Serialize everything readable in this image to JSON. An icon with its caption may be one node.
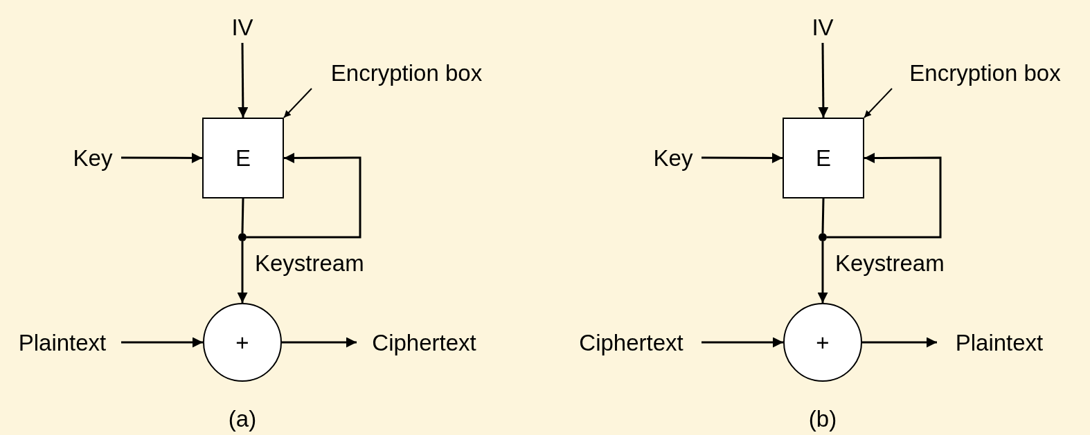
{
  "diagram": {
    "nodes": [
      {
        "text": [
          "IV"
        ]
      },
      {
        "text": [
          "Encryption box"
        ]
      },
      {
        "text": [
          "Key"
        ]
      },
      {
        "text": [
          "E"
        ]
      },
      {
        "text": [],
        "shape": "circle"
      },
      {
        "text": [
          "+"
        ]
      },
      {
        "text": [
          "Plaintext"
        ]
      },
      {
        "text": [
          "Ciphertext"
        ]
      },
      {
        "text": [
          "IV"
        ]
      },
      {
        "text": [
          "Encryption box"
        ]
      },
      {
        "text": [
          "Key"
        ]
      },
      {
        "text": [
          "E"
        ]
      },
      {
        "text": [],
        "shape": "circle"
      },
      {
        "text": [
          "+"
        ]
      },
      {
        "text": [
          "Ciphertext"
        ]
      },
      {
        "text": [
          "Plaintext"
        ]
      }
    ],
    "edges": [
      {
        "from": 0,
        "to": 3,
        "arrow": "to"
      },
      {
        "from": 1,
        "to": 3,
        "arrow": "to"
      },
      {
        "from": 2,
        "to": 3,
        "arrow": "to"
      },
      {
        "from": 3,
        "to": 4,
        "arrow": "none"
      },
      {
        "from": 4,
        "to": 3,
        "arrow": "to"
      },
      {
        "from": 4,
        "to": 5,
        "arrow": "to",
        "label": "Keystream"
      },
      {
        "from": 6,
        "to": 5,
        "arrow": "to"
      },
      {
        "from": 5,
        "to": 7,
        "arrow": "to"
      },
      {
        "from": 8,
        "to": 11,
        "arrow": "to"
      },
      {
        "from": 9,
        "to": 11,
        "arrow": "to"
      },
      {
        "from": 10,
        "to": 11,
        "arrow": "to"
      },
      {
        "from": 11,
        "to": 12,
        "arrow": "none"
      },
      {
        "from": 12,
        "to": 11,
        "arrow": "to"
      },
      {
        "from": 12,
        "to": 13,
        "arrow": "to",
        "label": "Keystream"
      },
      {
        "from": 14,
        "to": 13,
        "arrow": "to"
      },
      {
        "from": 13,
        "to": 15,
        "arrow": "to"
      }
    ],
    "labels": [
      "(a)",
      "(b)"
    ]
  }
}
